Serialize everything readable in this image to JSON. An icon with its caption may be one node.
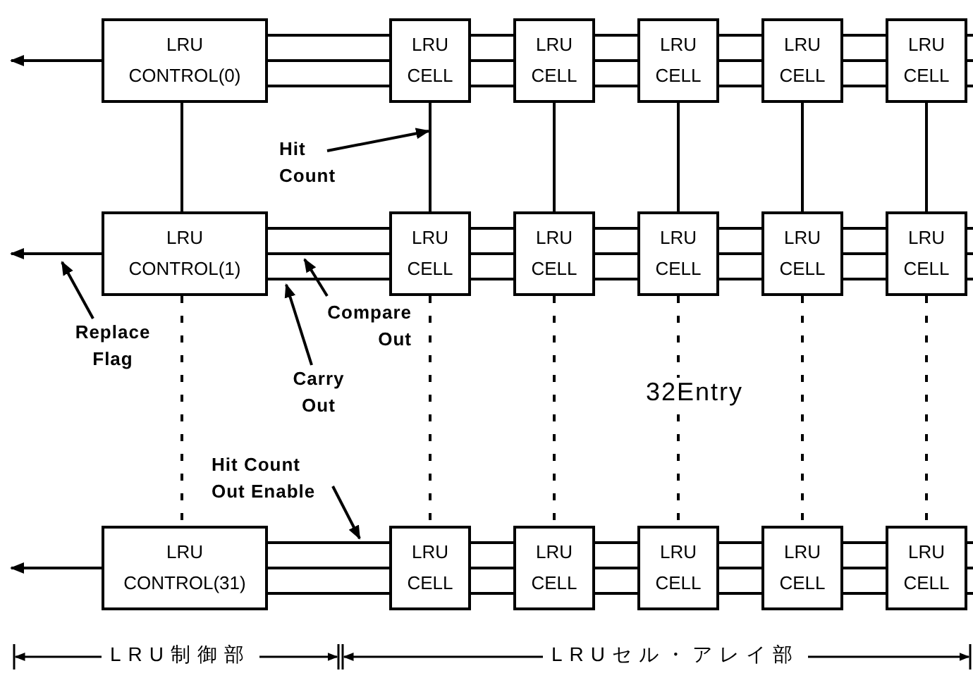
{
  "diagram": {
    "nodes": [
      {
        "text": [
          "LRU CONTROL(0)"
        ]
      },
      {
        "text": [
          "LRU CELL"
        ]
      },
      {
        "text": [
          "LRU CELL"
        ]
      },
      {
        "text": [
          "LRU CELL"
        ]
      },
      {
        "text": [
          "LRU CELL"
        ]
      },
      {
        "text": [
          "LRU CELL"
        ]
      },
      {
        "text": [
          "Hit Count"
        ]
      },
      {
        "text": [
          "LRU CONTROL(1)"
        ]
      },
      {
        "text": [
          "LRU CELL"
        ]
      },
      {
        "text": [
          "LRU CELL"
        ]
      },
      {
        "text": [
          "LRU CELL"
        ]
      },
      {
        "text": [
          "LRU CELL"
        ]
      },
      {
        "text": [
          "LRU CELL"
        ]
      },
      {
        "text": [
          "Replace Flag"
        ]
      },
      {
        "text": [
          "Compare Out"
        ]
      },
      {
        "text": [
          "Carry Out"
        ]
      },
      {
        "text": [
          "Hit Count Out Enable"
        ]
      },
      {
        "text": [
          "LRU CONTROL(31)"
        ]
      },
      {
        "text": [
          "LRU CELL"
        ]
      },
      {
        "text": [
          "LRU CELL"
        ]
      },
      {
        "text": [
          "LRU CELL"
        ]
      },
      {
        "text": [
          "LRU CELL"
        ]
      },
      {
        "text": [
          "LRU CELL"
        ]
      }
    ],
    "edges": [
      {
        "from": 0,
        "to": null,
        "arrow": "to"
      },
      {
        "from": 0,
        "to": 1,
        "arrow": "none"
      },
      {
        "from": 0,
        "to": 1,
        "arrow": "none"
      },
      {
        "from": 0,
        "to": 1,
        "arrow": "none"
      },
      {
        "from": 1,
        "to": 2,
        "arrow": "none"
      },
      {
        "from": 1,
        "to": 2,
        "arrow": "none"
      },
      {
        "from": 1,
        "to": 2,
        "arrow": "none"
      },
      {
        "from": 2,
        "to": 3,
        "arrow": "none"
      },
      {
        "from": 2,
        "to": 3,
        "arrow": "none"
      },
      {
        "from": 2,
        "to": 3,
        "arrow": "none"
      },
      {
        "from": 3,
        "to": 4,
        "arrow": "none"
      },
      {
        "from": 3,
        "to": 4,
        "arrow": "none"
      },
      {
        "from": 3,
        "to": 4,
        "arrow": "none"
      },
      {
        "from": 4,
        "to": 5,
        "arrow": "none"
      },
      {
        "from": 4,
        "to": 5,
        "arrow": "none"
      },
      {
        "from": 4,
        "to": 5,
        "arrow": "none"
      },
      {
        "from": 5,
        "to": null,
        "arrow": "none"
      },
      {
        "from": 5,
        "to": null,
        "arrow": "none"
      },
      {
        "from": 5,
        "to": null,
        "arrow": "none"
      },
      {
        "from": 7,
        "to": null,
        "arrow": "to"
      },
      {
        "from": 7,
        "to": 8,
        "arrow": "none"
      },
      {
        "from": 7,
        "to": 8,
        "arrow": "none"
      },
      {
        "from": 7,
        "to": 8,
        "arrow": "none"
      },
      {
        "from": 8,
        "to": 9,
        "arrow": "none"
      },
      {
        "from": 8,
        "to": 9,
        "arrow": "none"
      },
      {
        "from": 8,
        "to": 9,
        "arrow": "none"
      },
      {
        "from": 9,
        "to": 10,
        "arrow": "none"
      },
      {
        "from": 9,
        "to": 10,
        "arrow": "none"
      },
      {
        "from": 9,
        "to": 10,
        "arrow": "none"
      },
      {
        "from": 10,
        "to": 11,
        "arrow": "none"
      },
      {
        "from": 10,
        "to": 11,
        "arrow": "none"
      },
      {
        "from": 10,
        "to": 11,
        "arrow": "none"
      },
      {
        "from": 11,
        "to": 12,
        "arrow": "none"
      },
      {
        "from": 11,
        "to": 12,
        "arrow": "none"
      },
      {
        "from": 11,
        "to": 12,
        "arrow": "none"
      },
      {
        "from": 12,
        "to": null,
        "arrow": "none"
      },
      {
        "from": 12,
        "to": null,
        "arrow": "none"
      },
      {
        "from": 12,
        "to": null,
        "arrow": "none"
      },
      {
        "from": 17,
        "to": null,
        "arrow": "to"
      },
      {
        "from": 17,
        "to": 18,
        "arrow": "none"
      },
      {
        "from": 17,
        "to": 18,
        "arrow": "none"
      },
      {
        "from": 17,
        "to": 18,
        "arrow": "none"
      },
      {
        "from": 18,
        "to": 19,
        "arrow": "none"
      },
      {
        "from": 18,
        "to": 19,
        "arrow": "none"
      },
      {
        "from": 18,
        "to": 19,
        "arrow": "none"
      },
      {
        "from": 19,
        "to": 20,
        "arrow": "none"
      },
      {
        "from": 19,
        "to": 20,
        "arrow": "none"
      },
      {
        "from": 19,
        "to": 20,
        "arrow": "none"
      },
      {
        "from": 20,
        "to": 21,
        "arrow": "none"
      },
      {
        "from": 20,
        "to": 21,
        "arrow": "none"
      },
      {
        "from": 20,
        "to": 21,
        "arrow": "none"
      },
      {
        "from": 21,
        "to": 22,
        "arrow": "none"
      },
      {
        "from": 21,
        "to": 22,
        "arrow": "none"
      },
      {
        "from": 21,
        "to": 22,
        "arrow": "none"
      },
      {
        "from": 22,
        "to": null,
        "arrow": "none"
      },
      {
        "from": 22,
        "to": null,
        "arrow": "none"
      },
      {
        "from": 22,
        "to": null,
        "arrow": "none"
      },
      {
        "from": 0,
        "to": 7,
        "arrow": "none"
      },
      {
        "from": 1,
        "to": 8,
        "arrow": "none"
      },
      {
        "from": 2,
        "to": 9,
        "arrow": "none"
      },
      {
        "from": 3,
        "to": 10,
        "arrow": "none"
      },
      {
        "from": 4,
        "to": 11,
        "arrow": "none"
      },
      {
        "from": 5,
        "to": 12,
        "arrow": "none"
      },
      {
        "from": 7,
        "to": 17,
        "arrow": "none",
        "style": "dashed"
      },
      {
        "from": 8,
        "to": 18,
        "arrow": "none",
        "style": "dashed"
      },
      {
        "from": 9,
        "to": 19,
        "arrow": "none",
        "style": "dashed"
      },
      {
        "from": 10,
        "to": 20,
        "arrow": "none",
        "style": "dashed"
      },
      {
        "from": 11,
        "to": 21,
        "arrow": "none",
        "style": "dashed"
      },
      {
        "from": 12,
        "to": 22,
        "arrow": "none",
        "style": "dashed"
      },
      {
        "from": 6,
        "to": 1,
        "arrow": "to"
      },
      {
        "from": 13,
        "to": 7,
        "arrow": "to"
      },
      {
        "from": 14,
        "to": 7,
        "arrow": "to"
      },
      {
        "from": 15,
        "to": 7,
        "arrow": "to"
      },
      {
        "from": 16,
        "to": 18,
        "arrow": "to"
      }
    ],
    "labels": [
      "32Entry",
      "LRU制御部",
      "LRUセル・アレイ部"
    ]
  }
}
